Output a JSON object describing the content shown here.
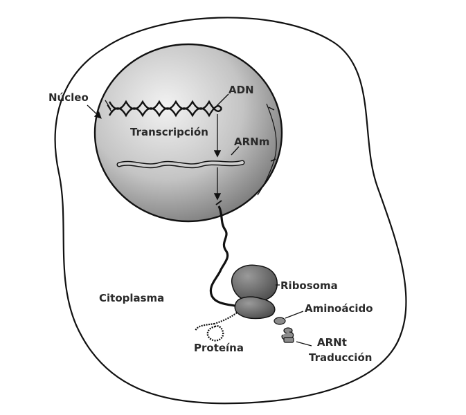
{
  "labels": {
    "nucleo": "Núcleo",
    "adn": "ADN",
    "transcripcion": "Transcripción",
    "arnm": "ARNm",
    "citoplasma": "Citoplasma",
    "ribosoma": "Ribosoma",
    "aminoacido": "Aminoácido",
    "proteina": "Proteína",
    "arnt": "ARNt",
    "traduccion": "Traducción"
  }
}
